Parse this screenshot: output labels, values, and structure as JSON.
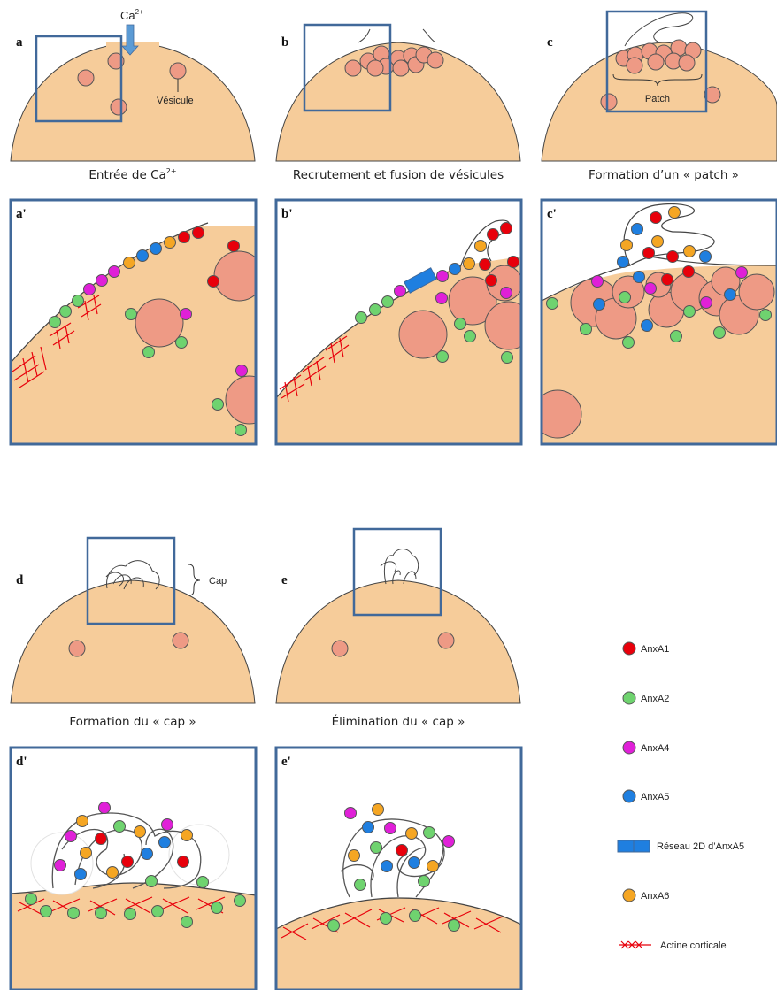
{
  "panels": {
    "a": {
      "label": "a",
      "caption": "Entrée de Ca",
      "caption_sup": "2+",
      "ca_label": "Ca",
      "ca_sup": "2+",
      "vesicle_label": "Vésicule"
    },
    "b": {
      "label": "b",
      "caption": "Recrutement et fusion de vésicules"
    },
    "c": {
      "label": "c",
      "caption": "Formation d’un « patch »",
      "patch_label": "Patch"
    },
    "d": {
      "label": "d",
      "caption": "Formation du « cap »",
      "cap_label": "Cap"
    },
    "e": {
      "label": "e",
      "caption": "Élimination du « cap »"
    },
    "a2": {
      "label": "a'"
    },
    "b2": {
      "label": "b'"
    },
    "c2": {
      "label": "c'"
    },
    "d2": {
      "label": "d'"
    },
    "e2": {
      "label": "e'"
    }
  },
  "legend": [
    {
      "key": "anxa1",
      "text": "AnxA1",
      "color": "#e8000b",
      "shape": "dot"
    },
    {
      "key": "anxa2",
      "text": "AnxA2",
      "color": "#6fd36f",
      "shape": "dot"
    },
    {
      "key": "anxa4",
      "text": "AnxA4",
      "color": "#e020d8",
      "shape": "dot"
    },
    {
      "key": "anxa5",
      "text": "AnxA5",
      "color": "#1f7fe0",
      "shape": "dot"
    },
    {
      "key": "anxa5net",
      "text": "Réseau 2D d’AnxA5",
      "color": "#1f7fe0",
      "shape": "rect"
    },
    {
      "key": "anxa6",
      "text": "AnxA6",
      "color": "#f5a623",
      "shape": "dot"
    },
    {
      "key": "actin",
      "text": "Actine corticale",
      "color": "#e8000b",
      "shape": "actin"
    }
  ],
  "colors": {
    "cell": "#f6cc9a",
    "vesicle": "#ee9a85",
    "frame": "#41699a",
    "anxa1": "#e8000b",
    "anxa2": "#6fd36f",
    "anxa4": "#e020d8",
    "anxa5": "#1f7fe0",
    "anxa6": "#f5a623",
    "actin": "#e8000b"
  }
}
